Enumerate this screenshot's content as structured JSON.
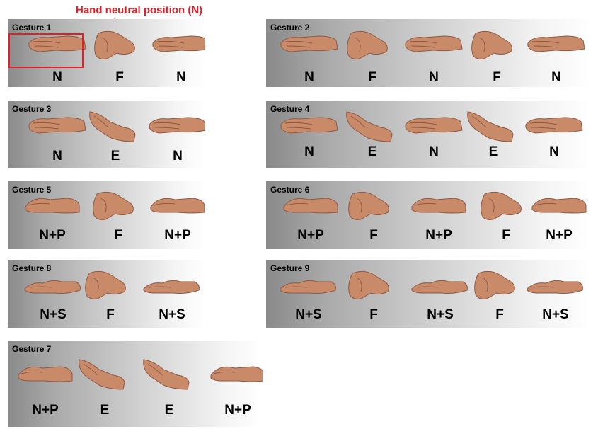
{
  "annotation": {
    "callout": "Hand neutral position (N)",
    "color": "#e31e24"
  },
  "panels": [
    {
      "title": "Gesture 1",
      "labels": [
        "N",
        "F",
        "N"
      ]
    },
    {
      "title": "Gesture 2",
      "labels": [
        "N",
        "F",
        "N",
        "F",
        "N"
      ]
    },
    {
      "title": "Gesture 3",
      "labels": [
        "N",
        "E",
        "N"
      ]
    },
    {
      "title": "Gesture 4",
      "labels": [
        "N",
        "E",
        "N",
        "E",
        "N"
      ]
    },
    {
      "title": "Gesture 5",
      "labels": [
        "N+P",
        "F",
        "N+P"
      ]
    },
    {
      "title": "Gesture 6",
      "labels": [
        "N+P",
        "F",
        "N+P",
        "F",
        "N+P"
      ]
    },
    {
      "title": "Gesture 8",
      "labels": [
        "N+S",
        "F",
        "N+S"
      ]
    },
    {
      "title": "Gesture 9",
      "labels": [
        "N+S",
        "F",
        "N+S",
        "F",
        "N+S"
      ]
    },
    {
      "title": "Gesture 7",
      "labels": [
        "N+P",
        "E",
        "E",
        "N+P"
      ]
    }
  ],
  "hand_color": "#c98a6a"
}
